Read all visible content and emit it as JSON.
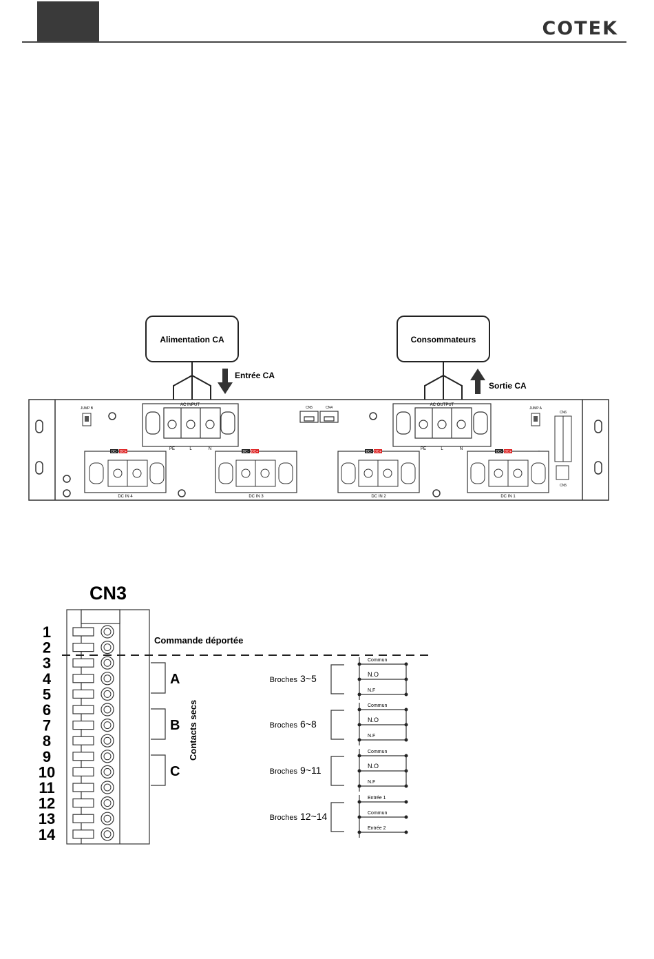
{
  "header": {
    "brand": "COTEK"
  },
  "rack": {
    "ac_source_label": "Alimentation CA",
    "loads_label": "Consommateurs",
    "ac_in_arrow_label": "Entrée CA",
    "ac_out_arrow_label": "Sortie CA",
    "ac_input_label": "AC INPUT",
    "ac_output_label": "AC OUTPUT",
    "terminal_labels": [
      "PE",
      "L",
      "N"
    ],
    "jumper_left_label": "JUMP B",
    "jumper_right_label": "JUMP A",
    "rj_labels": [
      "CN5",
      "CN4"
    ],
    "cn_top_label": "CN6",
    "cn_bottom_label": "CN5",
    "dc_inputs": [
      "DC IN 4",
      "DC IN 3",
      "DC IN 2",
      "DC IN 1"
    ],
    "dc_neg": "DC-",
    "dc_pos": "DC+"
  },
  "cn3": {
    "title": "CN3",
    "pins": [
      "1",
      "2",
      "3",
      "4",
      "5",
      "6",
      "7",
      "8",
      "9",
      "10",
      "11",
      "12",
      "13",
      "14"
    ],
    "remote_label": "Commande déportée",
    "groups": [
      "A",
      "B",
      "C"
    ],
    "dry_contacts_label": "Contacts secs",
    "broches": [
      {
        "label": "Broches",
        "range": "3~5"
      },
      {
        "label": "Broches",
        "range": "6~8"
      },
      {
        "label": "Broches",
        "range": "9~11"
      },
      {
        "label": "Broches",
        "range": "12~14"
      }
    ],
    "relay_terms": [
      [
        "Commun",
        "N.O",
        "N.F"
      ],
      [
        "Commun",
        "N.O",
        "N.F"
      ],
      [
        "Commun",
        "N.O",
        "N.F"
      ],
      [
        "Entrée 1",
        "Commun",
        "Entrée 2"
      ]
    ]
  }
}
